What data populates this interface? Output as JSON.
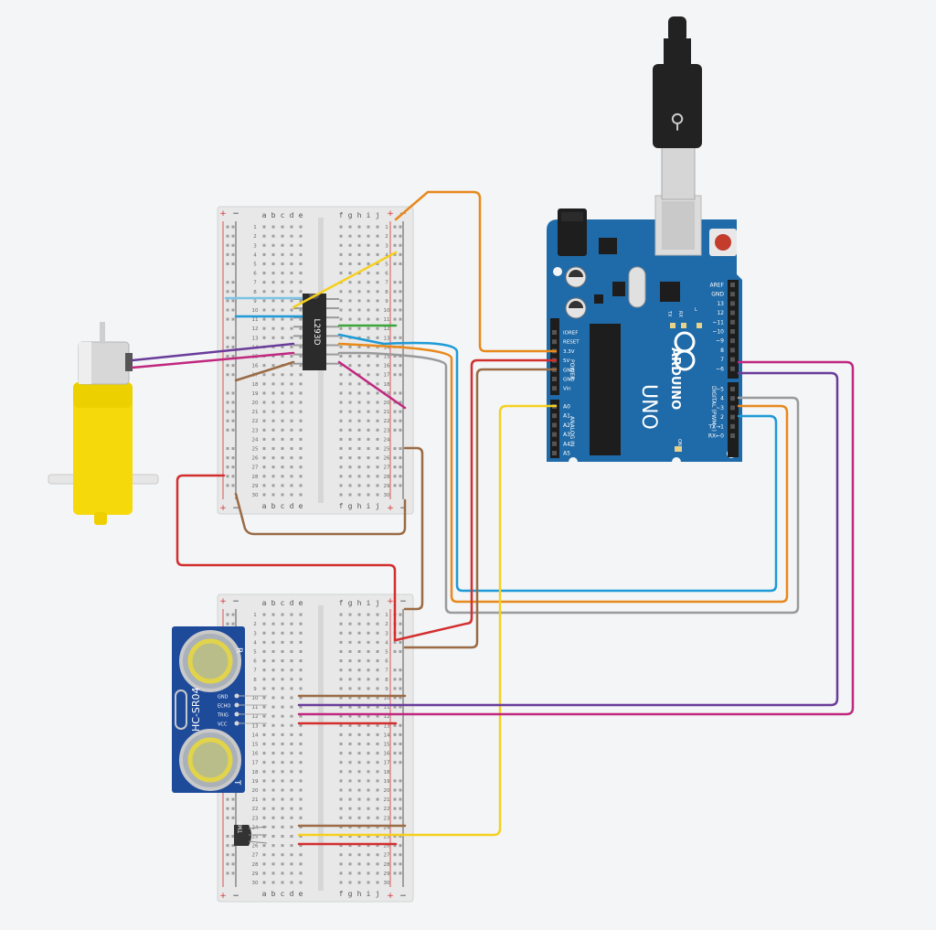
{
  "breadboard": {
    "cols_left": [
      "a",
      "b",
      "c",
      "d",
      "e"
    ],
    "cols_right": [
      "f",
      "g",
      "h",
      "i",
      "j"
    ],
    "rows": 30,
    "rail_plus": "+",
    "rail_minus": "−"
  },
  "chip": {
    "label": "L293D"
  },
  "sensor": {
    "label": "HC-SR04",
    "pins": [
      "GND",
      "ECHO",
      "TRIG",
      "VCC"
    ],
    "corner_r": "R",
    "corner_t": "T"
  },
  "temp_sensor": {
    "label": "TMP"
  },
  "arduino": {
    "brand": "ARDUINO",
    "model": "UNO",
    "on_label": "ON",
    "tx_label": "TX",
    "rx_label": "RX",
    "l_label": "L",
    "power_header": "POWER",
    "analog_header": "ANALOG IN",
    "digital_header": "DIGITAL (PWM~)",
    "power_pins": [
      "IOREF",
      "RESET",
      "3.3V",
      "5V",
      "GND",
      "GND",
      "Vin"
    ],
    "analog_pins": [
      "A0",
      "A1",
      "A2",
      "A3",
      "A4",
      "A5"
    ],
    "digital_pins": [
      "AREF",
      "GND",
      "13",
      "12",
      "~11",
      "~10",
      "~9",
      "8",
      "7",
      "~6",
      "~5",
      "4",
      "~3",
      "2",
      "TX→1",
      "RX←0"
    ]
  },
  "colors": {
    "red": "#d32f2f",
    "orange": "#e8891c",
    "yellow": "#f5d020",
    "brown": "#9a6b45",
    "purple": "#6a3c9a",
    "magenta": "#c0287e",
    "blue": "#1e9ad6",
    "lightblue": "#7cc3e8",
    "gray": "#9a9a9a",
    "green": "#3aa63a",
    "board": "#1f6aa8"
  }
}
